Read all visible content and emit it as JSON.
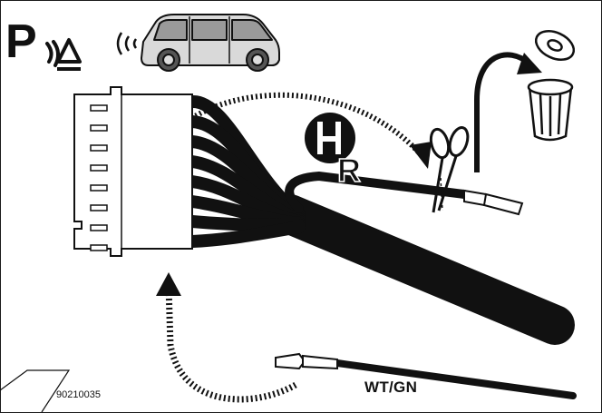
{
  "diagram": {
    "wire_label": "WT/GN",
    "reference_code": "90210035",
    "parking_symbol_letter": "P",
    "gear_symbol_letter": "R",
    "connector_pin_count": 8,
    "icons": [
      "parking-sensor-icon",
      "car-icon",
      "scissors-icon",
      "trash-can-icon",
      "reverse-gear-icon",
      "wire-terminal-icon"
    ],
    "colors": {
      "line": "#111111",
      "background": "#ffffff"
    }
  }
}
